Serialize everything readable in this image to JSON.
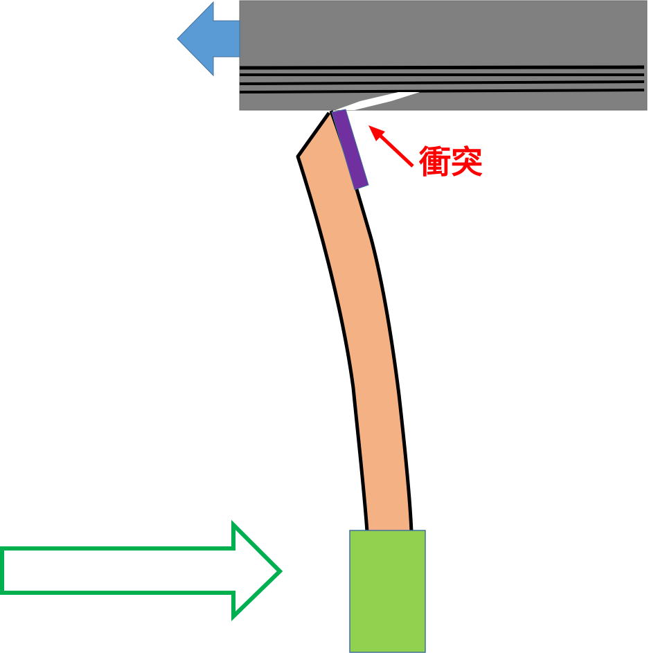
{
  "diagram": {
    "collision_label": "衝突",
    "colors": {
      "background": "#ffffff",
      "top_block": "#808080",
      "block_lines": "#000000",
      "left_arrow": "#5b9bd5",
      "left_arrow_edge": "#41719c",
      "blade": "#f4b183",
      "blade_outline": "#000000",
      "contact_pad": "#7030a0",
      "base_block": "#92d050",
      "base_block_edge": "#41719c",
      "push_arrow_outline": "#00b050",
      "collision_color": "#ff0000"
    },
    "icons": {
      "top_arrow": "arrow-left-filled",
      "bottom_arrow": "arrow-right-outline"
    }
  }
}
